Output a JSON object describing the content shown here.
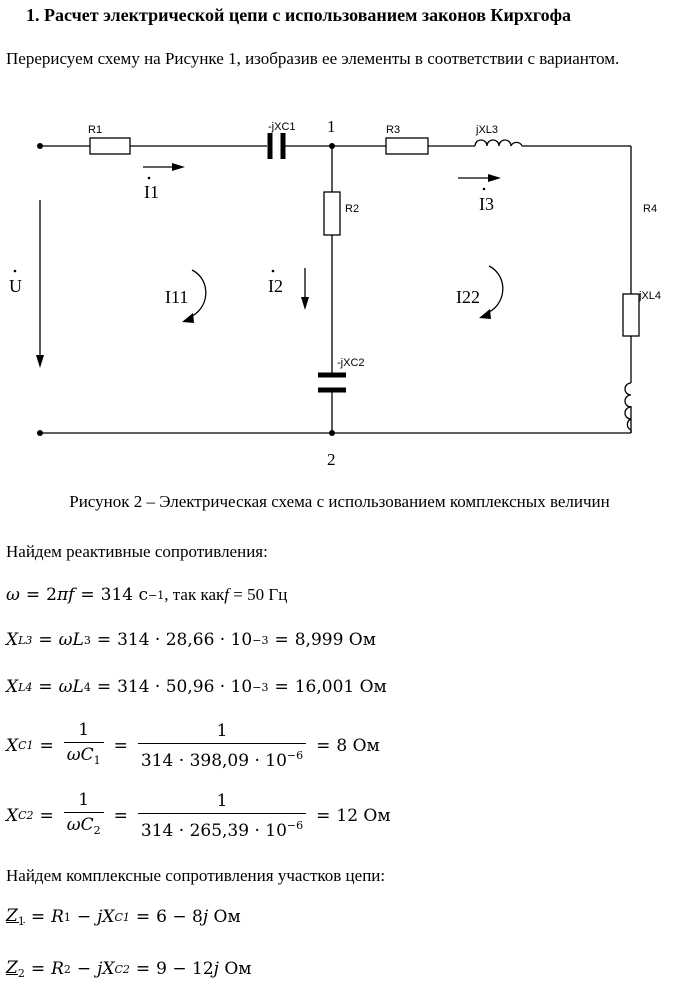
{
  "heading": "1.  Расчет электрической цепи с использованием законов Кирхгофа",
  "intro": "Перерисуем схему на Рисунке 1, изобразив ее элементы в соответствии с вариантом.",
  "circuit": {
    "labels": {
      "R1": "R1",
      "C1": "-jXC1",
      "R3": "R3",
      "L3": "jXL3",
      "R2": "R2",
      "R4": "R4",
      "L4": "jXL4",
      "C2": "-jXC2"
    },
    "nodes": {
      "n1": "1",
      "n2": "2"
    },
    "currents": {
      "I1": "I1",
      "I2": "I2",
      "I3": "I3",
      "U": "U",
      "I11": "I11",
      "I22": "I22"
    }
  },
  "caption": "Рисунок 2 – Электрическая схема с использованием комплексных величин",
  "reactive_intro": "Найдем реактивные сопротивления:",
  "omega": {
    "value": "314",
    "unit": "с",
    "exp": "−1",
    "note": ", так как ",
    "f_value": "50 Гц"
  },
  "xl3": {
    "factor": "314 · 28,66 · 10",
    "exp": "−3",
    "result": "8,999 Ом"
  },
  "xl4": {
    "factor": "314 · 50,96 · 10",
    "exp": "−3",
    "result": "16,001 Ом"
  },
  "xc1": {
    "num": "1",
    "den": "314 · 398,09 · 10",
    "exp": "−6",
    "result": "8 Ом"
  },
  "xc2": {
    "num": "1",
    "den": "314 · 265,39 · 10",
    "exp": "−6",
    "result": "12 Ом"
  },
  "complex_intro": "Найдем комплексные сопротивления участков цепи:",
  "z1": {
    "result": "6 − 8",
    "unit": "Ом"
  },
  "z2": {
    "result": "9 − 12",
    "unit": "Ом"
  }
}
